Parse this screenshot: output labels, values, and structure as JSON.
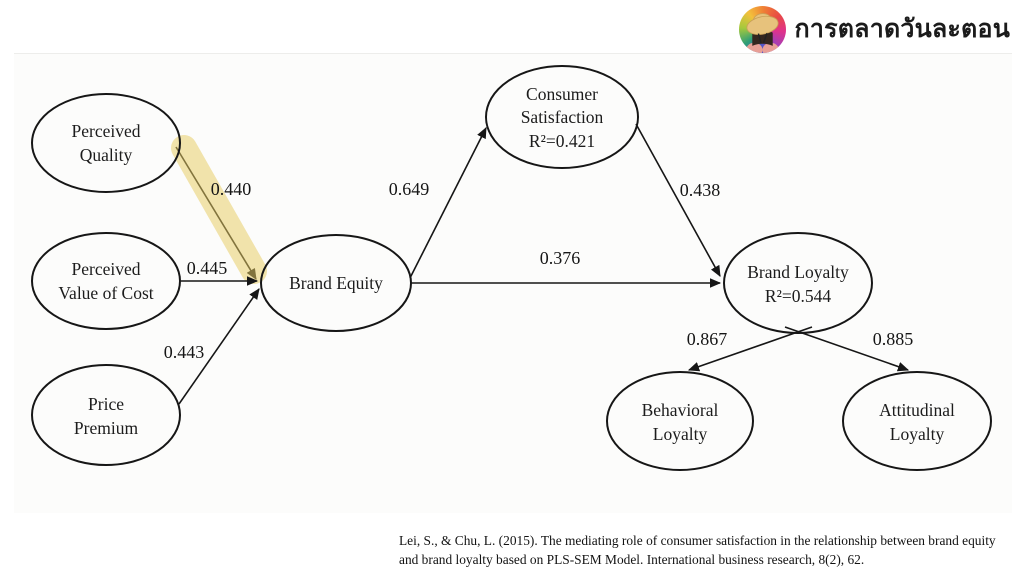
{
  "header": {
    "brand_name": "การตลาดวันละตอน",
    "logo_icon": "straw-hat-person-logo"
  },
  "diagram": {
    "type": "pls-sem-path-model",
    "nodes": {
      "perceived_quality": {
        "lines": [
          "Perceived",
          "Quality"
        ]
      },
      "perceived_value": {
        "lines": [
          "Perceived",
          "Value of Cost"
        ]
      },
      "price_premium": {
        "lines": [
          "Price",
          "Premium"
        ]
      },
      "brand_equity": {
        "lines": [
          "Brand Equity"
        ]
      },
      "consumer_satisfaction": {
        "lines": [
          "Consumer",
          "Satisfaction",
          "R²=0.421"
        ]
      },
      "brand_loyalty": {
        "lines": [
          "Brand Loyalty",
          "R²=0.544"
        ]
      },
      "behavioral_loyalty": {
        "lines": [
          "Behavioral",
          "Loyalty"
        ]
      },
      "attitudinal_loyalty": {
        "lines": [
          "Attitudinal",
          "Loyalty"
        ]
      }
    },
    "edges": [
      {
        "from": "Perceived Quality",
        "to": "Brand Equity",
        "coefficient": "0.440",
        "highlighted": true
      },
      {
        "from": "Perceived Value of Cost",
        "to": "Brand Equity",
        "coefficient": "0.445",
        "highlighted": false
      },
      {
        "from": "Price Premium",
        "to": "Brand Equity",
        "coefficient": "0.443",
        "highlighted": false
      },
      {
        "from": "Brand Equity",
        "to": "Consumer Satisfaction",
        "coefficient": "0.649",
        "highlighted": false
      },
      {
        "from": "Brand Equity",
        "to": "Brand Loyalty",
        "coefficient": "0.376",
        "highlighted": false
      },
      {
        "from": "Consumer Satisfaction",
        "to": "Brand Loyalty",
        "coefficient": "0.438",
        "highlighted": false
      },
      {
        "from": "Brand Loyalty",
        "to": "Behavioral Loyalty",
        "coefficient": "0.867",
        "highlighted": false
      },
      {
        "from": "Brand Loyalty",
        "to": "Attitudinal Loyalty",
        "coefficient": "0.885",
        "highlighted": false
      }
    ],
    "highlight_color": "#e7cb62",
    "line_color": "#161616"
  },
  "citation": {
    "line1": "Lei, S., & Chu, L. (2015). The mediating role of consumer satisfaction in the relationship between brand equity",
    "line2": "and brand loyalty based on PLS-SEM Model. International business research, 8(2), 62."
  }
}
